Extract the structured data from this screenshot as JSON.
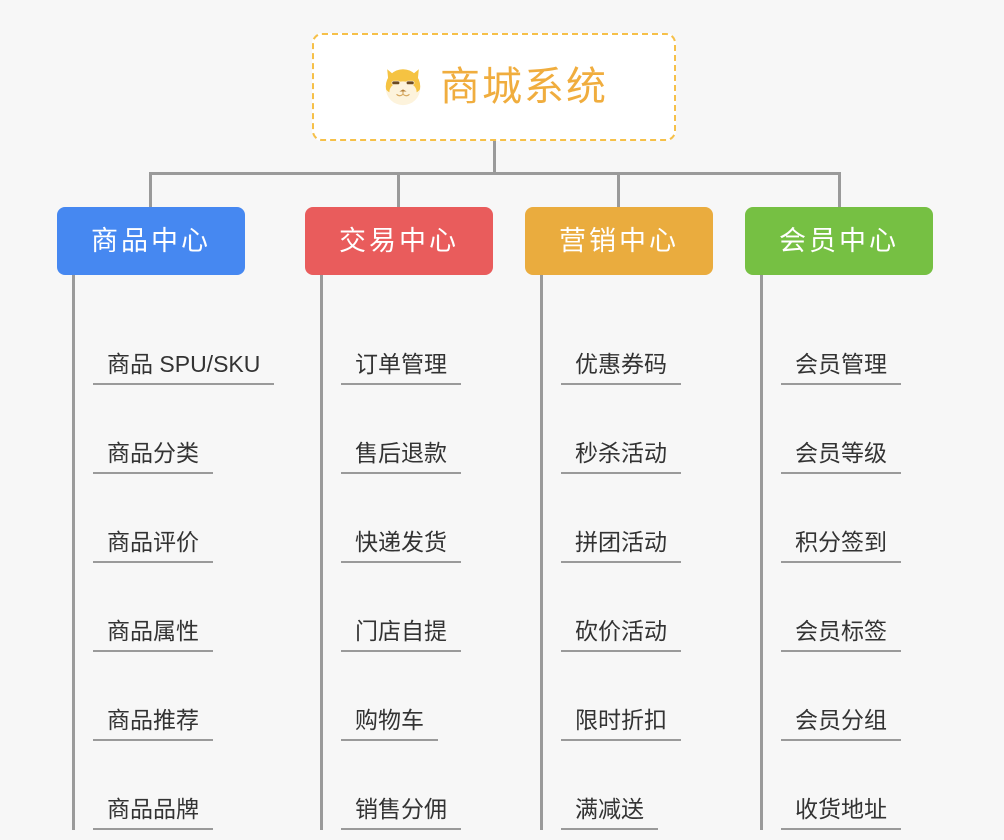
{
  "diagram": {
    "title": "商城系统",
    "background_color": "#f7f7f7",
    "root": {
      "label": "商城系统",
      "icon": "shiba-dog-face-icon",
      "text_color": "#f0ad3e",
      "border_color": "#f6c049",
      "fill_color": "#ffffff"
    },
    "connector_color": "#9a9a9a",
    "leaf_text_color": "#333333",
    "columns": [
      {
        "label": "商品中心",
        "color": "#4688f1",
        "items": [
          "商品 SPU/SKU",
          "商品分类",
          "商品评价",
          "商品属性",
          "商品推荐",
          "商品品牌"
        ]
      },
      {
        "label": "交易中心",
        "color": "#e95c5c",
        "items": [
          "订单管理",
          "售后退款",
          "快递发货",
          "门店自提",
          "购物车",
          "销售分佣"
        ]
      },
      {
        "label": "营销中心",
        "color": "#eaac3e",
        "items": [
          "优惠券码",
          "秒杀活动",
          "拼团活动",
          "砍价活动",
          "限时折扣",
          "满减送"
        ]
      },
      {
        "label": "会员中心",
        "color": "#76c043",
        "items": [
          "会员管理",
          "会员等级",
          "积分签到",
          "会员标签",
          "会员分组",
          "收货地址"
        ]
      }
    ]
  }
}
